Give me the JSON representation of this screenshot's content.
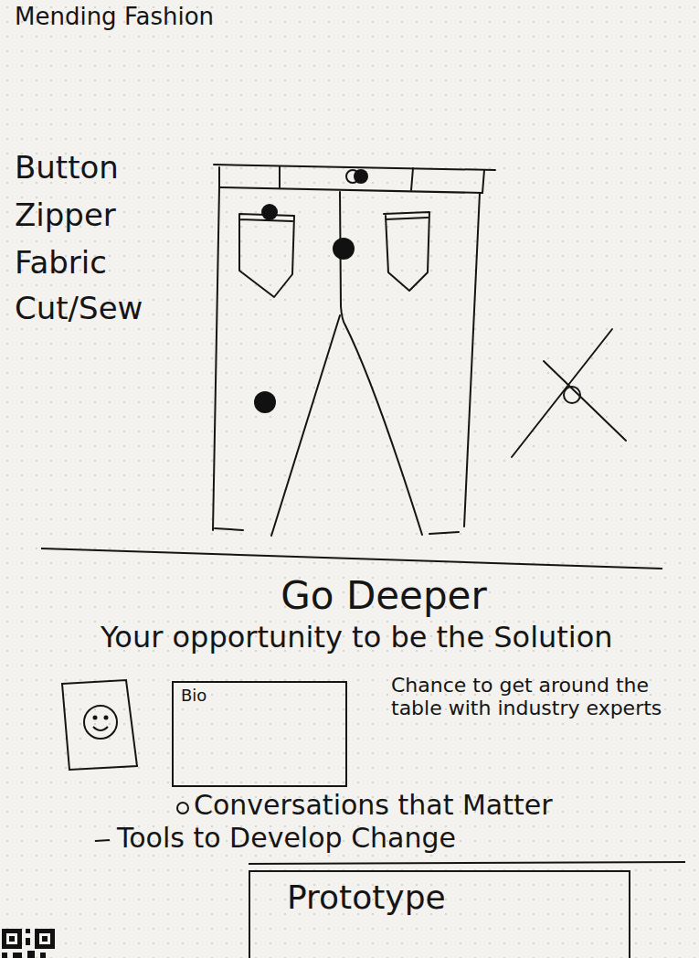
{
  "diagram": {
    "title": "Mending Fashion",
    "nodes": [
      {
        "text": [
          "Bio"
        ]
      },
      {
        "text": [
          "Prototype"
        ]
      }
    ],
    "labels": [
      "Button",
      "Zipper",
      "Fabric",
      "Cut/Sew",
      "Go Deeper",
      "Your opportunity to be the Solution",
      "Chance to get around the table with industry experts",
      "Conversations that Matter",
      "Tools to Develop Change"
    ]
  }
}
